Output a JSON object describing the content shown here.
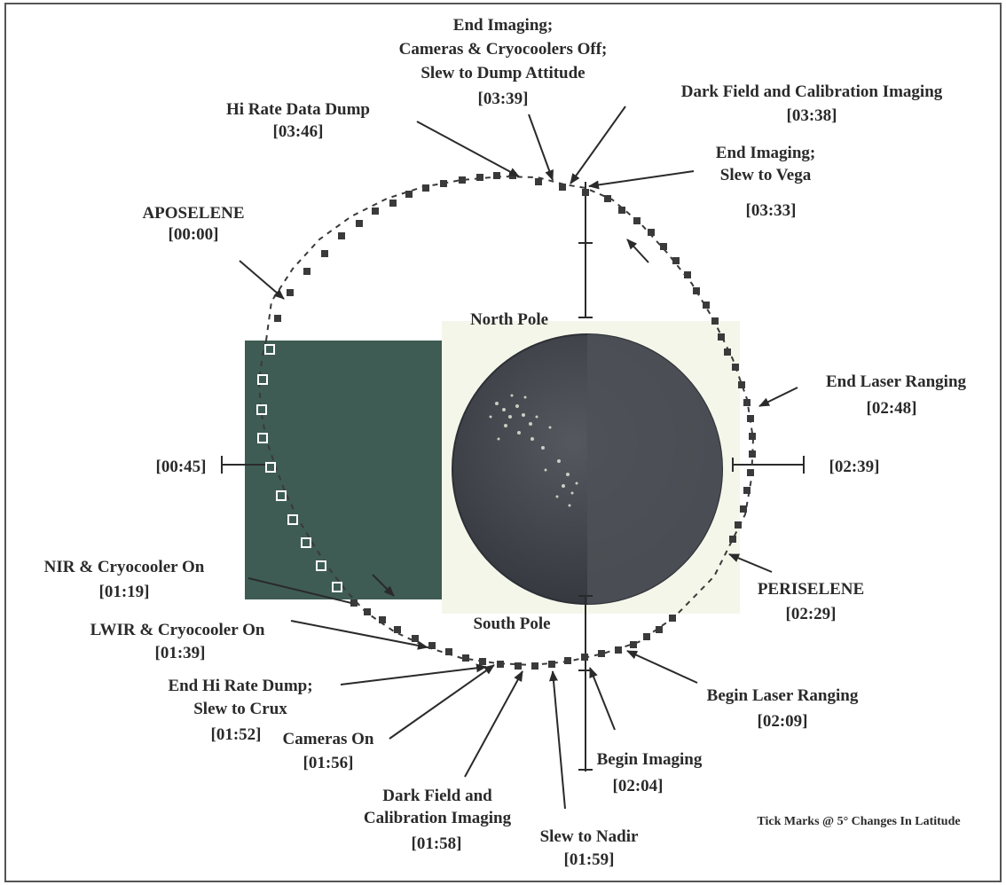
{
  "pole_labels": {
    "north": "North Pole",
    "south": "South Pole"
  },
  "footnote": "Tick Marks @ 5° Changes In Latitude",
  "events": [
    {
      "id": "aposelene",
      "lines": [
        "APOSELENE",
        "[00:00]"
      ]
    },
    {
      "id": "hi-rate-data-dump",
      "lines": [
        "Hi Rate Data Dump",
        "[03:46]"
      ]
    },
    {
      "id": "end-imaging-cameras-off",
      "lines": [
        "End Imaging;",
        "Cameras & Cryocoolers Off;",
        "Slew to Dump Attitude",
        "[03:39]"
      ]
    },
    {
      "id": "dark-field-calibration-top",
      "lines": [
        "Dark Field and Calibration Imaging",
        "[03:38]"
      ]
    },
    {
      "id": "end-imaging-slew-vega",
      "lines": [
        "End Imaging;",
        "Slew to Vega",
        "[03:33]"
      ]
    },
    {
      "id": "end-laser-ranging",
      "lines": [
        "End Laser Ranging",
        "[02:48]"
      ]
    },
    {
      "id": "periselene",
      "lines": [
        "PERISELENE",
        "[02:29]"
      ]
    },
    {
      "id": "begin-laser-ranging",
      "lines": [
        "Begin Laser Ranging",
        "[02:09]"
      ]
    },
    {
      "id": "begin-imaging",
      "lines": [
        "Begin Imaging",
        "[02:04]"
      ]
    },
    {
      "id": "slew-to-nadir",
      "lines": [
        "Slew to Nadir",
        "[01:59]"
      ]
    },
    {
      "id": "dark-field-calibration-bottom",
      "lines": [
        "Dark Field and",
        "Calibration Imaging",
        "[01:58]"
      ]
    },
    {
      "id": "cameras-on",
      "lines": [
        "Cameras On",
        "[01:56]"
      ]
    },
    {
      "id": "end-hi-rate-dump",
      "lines": [
        "End Hi Rate Dump;",
        "Slew to Crux",
        "[01:52]"
      ]
    },
    {
      "id": "lwir-cryocooler-on",
      "lines": [
        "LWIR & Cryocooler On",
        "[01:39]"
      ]
    },
    {
      "id": "nir-cryocooler-on",
      "lines": [
        "NIR & Cryocooler On",
        "[01:19]"
      ]
    }
  ],
  "time_marks": {
    "left": "[00:45]",
    "right": "[02:39]"
  },
  "colors": {
    "frame": "#555555",
    "text": "#2a2a2a",
    "orbit_marker": "#3a3a3a",
    "shadow_panel": "#3e5c53",
    "moon_dark": "#3a3f45",
    "moon_lit": "#4a4f55",
    "moon_backdrop": "#f5f6ea"
  }
}
